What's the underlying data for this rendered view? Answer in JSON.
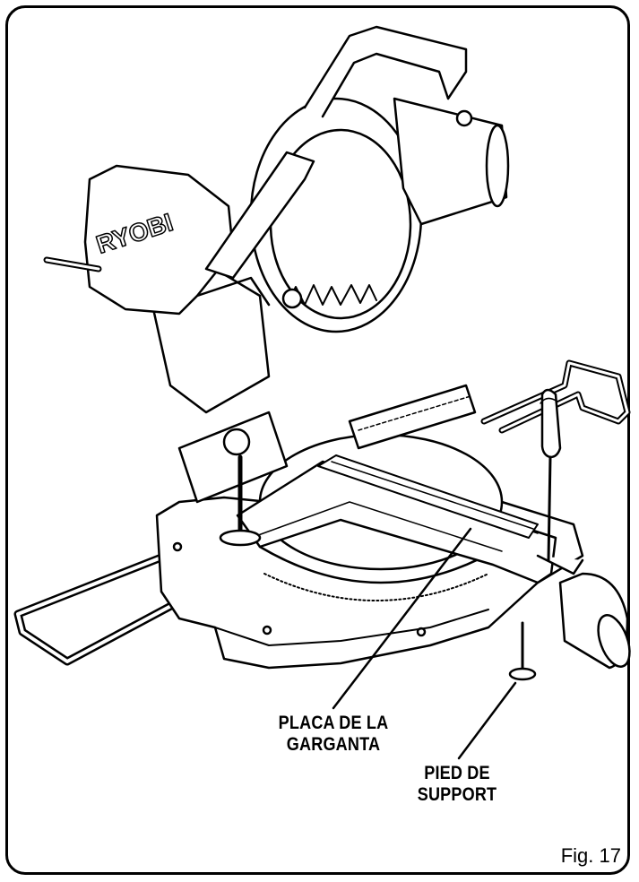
{
  "labels": {
    "throat_plate": [
      "PLACA DE LA",
      "GARGANTA"
    ],
    "support_foot": [
      "PIED DE",
      "SUPPORT"
    ]
  },
  "brand": "RYOBI",
  "figure": "Fig. 17"
}
